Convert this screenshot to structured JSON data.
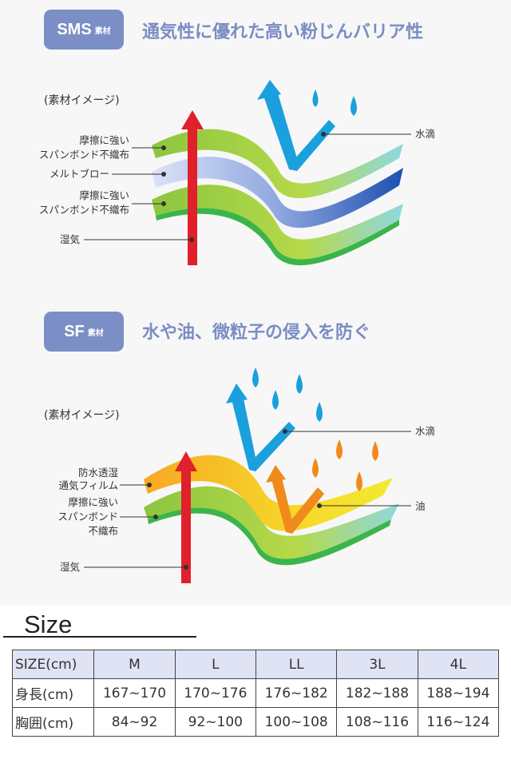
{
  "sms": {
    "badge_main": "SMS",
    "badge_sub": "素材",
    "title": "通気性に優れた高い粉じんバリア性",
    "image_label": "(素材イメージ)",
    "labels": {
      "top_layer_1": "摩擦に強い",
      "top_layer_2": "スパンボンド不織布",
      "middle_layer": "メルトブロー",
      "bottom_layer_1": "摩擦に強い",
      "bottom_layer_2": "スパンボンド不織布",
      "moisture": "湿気",
      "water": "水滴"
    }
  },
  "sf": {
    "badge_main": "SF",
    "badge_sub": "素材",
    "title": "水や油、微粒子の侵入を防ぐ",
    "image_label": "(素材イメージ)",
    "labels": {
      "film_1": "防水透湿",
      "film_2": "通気フィルム",
      "base_1": "摩擦に強い",
      "base_2": "スパンボンド",
      "base_3": "不織布",
      "moisture": "湿気",
      "water": "水滴",
      "oil": "油"
    }
  },
  "size": {
    "heading": "Size",
    "headers": [
      "SIZE(cm)",
      "M",
      "L",
      "LL",
      "3L",
      "4L"
    ],
    "rows": [
      [
        "身長(cm)",
        "167~170",
        "170~176",
        "176~182",
        "182~188",
        "188~194"
      ],
      [
        "胸囲(cm)",
        "84~92",
        "92~100",
        "100~108",
        "108~116",
        "116~124"
      ]
    ]
  },
  "colors": {
    "badge": "#7b8fc6",
    "moisture_arrow": "#e0202a",
    "water_arrow": "#1aa0dc",
    "oil_arrow": "#f08a1c"
  }
}
